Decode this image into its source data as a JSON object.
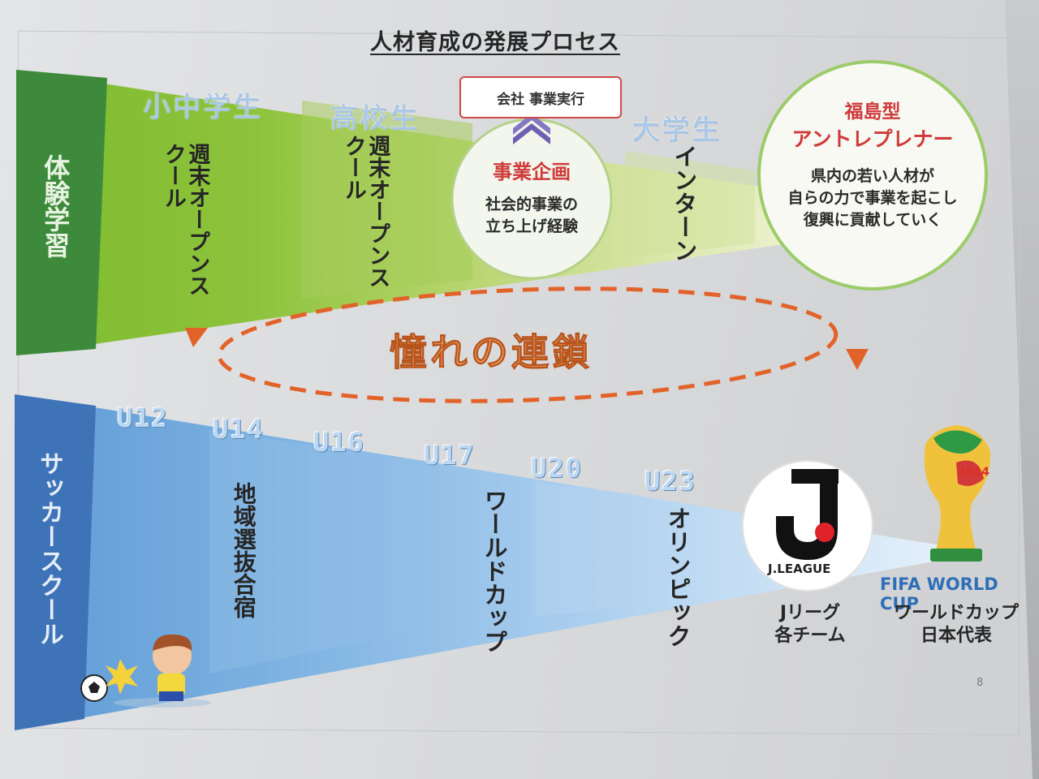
{
  "title": "人材育成の発展プロセス",
  "top_band": {
    "side_label": "体験学習",
    "stages": [
      "小中学生",
      "高校生",
      "大学生"
    ],
    "items": {
      "elementary_program": "週末オープンスクール",
      "high_school_program": "週末オープンスクール",
      "university_program": "インターン"
    },
    "company_box": "会社 事業実行",
    "planning_circle": {
      "heading": "事業企画",
      "line1": "社会的事業の",
      "line2": "立ち上げ経験"
    },
    "goal_circle": {
      "heading_line1": "福島型",
      "heading_line2": "アントレプレナー",
      "line1": "県内の若い人材が",
      "line2": "自らの力で事業を起こし",
      "line3": "復興に貢献していく"
    }
  },
  "chain_label": "憧れの連鎖",
  "bottom_band": {
    "side_label": "サッカースクール",
    "age_groups": [
      "U12",
      "U14",
      "U16",
      "U17",
      "U20",
      "U23"
    ],
    "items": {
      "regional_camp": "地域選抜合宿",
      "world_cup_youth": "ワールドカップ",
      "olympic": "オリンピック"
    },
    "jleague_logo": "J.LEAGUE",
    "jleague_caption_line1": "Jリーグ",
    "jleague_caption_line2": "各チーム",
    "wc_logo_year": "2014",
    "wc_logo_text": "FIFA WORLD CUP",
    "wc_caption_line1": "ワールドカップ",
    "wc_caption_line2": "日本代表"
  },
  "page_number": "8",
  "colors": {
    "top_dark": "#3f8a3a",
    "top_light": "#8fc23a",
    "bottom_dark": "#3f73b8",
    "bottom_light": "#8ebfe6",
    "accent_red": "#cf3a3a",
    "chain_orange": "#e2632a"
  }
}
